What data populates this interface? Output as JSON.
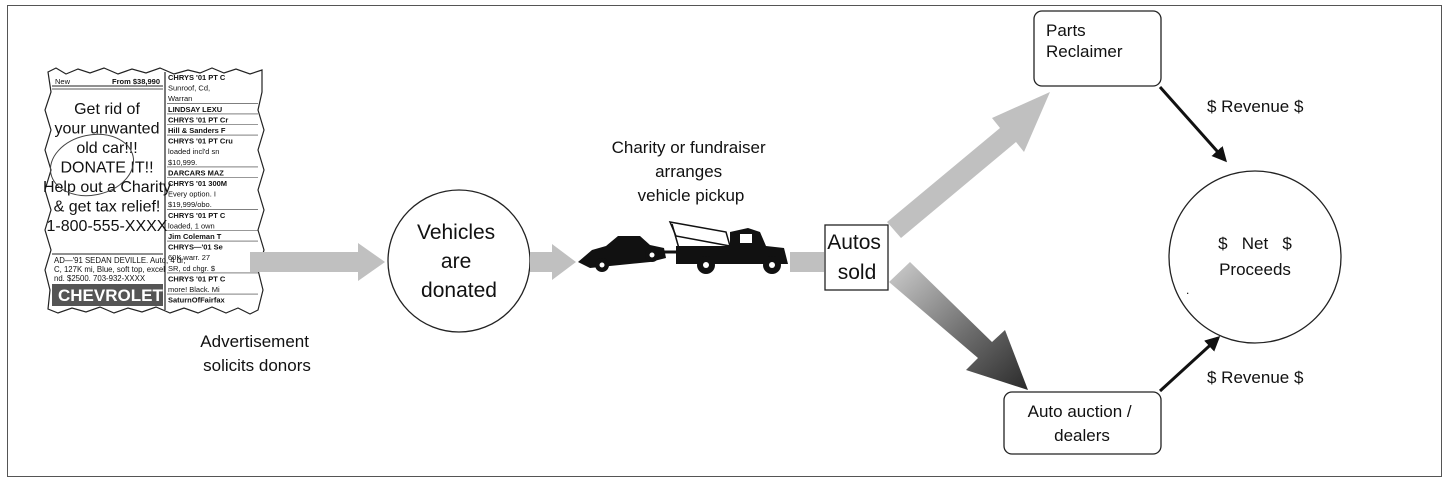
{
  "advertisement": {
    "clipping": {
      "top_left": "New",
      "top_right": "From $38,990",
      "headline_lines": [
        "Get rid of",
        "your unwanted",
        "old car!!!",
        "DONATE IT!!",
        "Help out a Charity",
        "& get tax relief!",
        "1-800-555-XXXX"
      ],
      "small_ad_lines": [
        "AD—'91 SEDAN DEVILLE. Auto, 4 dr,",
        "C, 127K mi, Blue, soft top, excel",
        "nd. $2500. 703-932-XXXX"
      ],
      "banner": "CHEVROLET",
      "column_lines": [
        {
          "text": "CHRYS '01 PT C",
          "bold": true
        },
        {
          "text": "Sunroof, Cd,",
          "bold": false
        },
        {
          "text": "Warran",
          "bold": false
        },
        {
          "text": "LINDSAY LEXU",
          "bold": true
        },
        {
          "text": "CHRYS '01 PT Cr",
          "bold": true
        },
        {
          "text": "Hill & Sanders F",
          "bold": true
        },
        {
          "text": "CHRYS '01 PT Cru",
          "bold": true
        },
        {
          "text": "loaded incl'd sn",
          "bold": false
        },
        {
          "text": "$10,999.",
          "bold": false
        },
        {
          "text": "DARCARS MAZ",
          "bold": true
        },
        {
          "text": "CHRYS '01 300M",
          "bold": true
        },
        {
          "text": "Every option. I",
          "bold": false
        },
        {
          "text": "$19,999/obo.",
          "bold": false
        },
        {
          "text": "CHRYS '01 PT C",
          "bold": true
        },
        {
          "text": "loaded, 1 own",
          "bold": false
        },
        {
          "text": "Jim Coleman T",
          "bold": true
        },
        {
          "text": "CHRYS—'01 Se",
          "bold": true
        },
        {
          "text": "60K warr. 27",
          "bold": false
        },
        {
          "text": "SR, cd chgr. $",
          "bold": false
        },
        {
          "text": "CHRYS '01 PT C",
          "bold": true
        },
        {
          "text": "more! Black. Mi",
          "bold": false
        },
        {
          "text": "SaturnOfFairfax",
          "bold": true
        }
      ]
    },
    "caption_lines": [
      "Advertisement",
      "solicits donors"
    ]
  },
  "vehicles_donated": {
    "lines": [
      "Vehicles",
      "are",
      "donated"
    ]
  },
  "pickup": {
    "caption_lines": [
      "Charity or fundraiser",
      "arranges",
      "vehicle pickup"
    ]
  },
  "autos_sold": {
    "lines": [
      "Autos",
      "sold"
    ]
  },
  "parts_reclaimer": {
    "lines": [
      "Parts",
      "Reclaimer"
    ]
  },
  "auction": {
    "lines": [
      "Auto auction /",
      "dealers"
    ]
  },
  "revenue_top": "$ Revenue $",
  "revenue_bottom": "$ Revenue $",
  "net_proceeds": {
    "line1": "$   Net   $",
    "line2": "Proceeds",
    "dot": "."
  },
  "colors": {
    "light_arrow": "#c0c0c0",
    "dark_arrow": "#4a4a4a",
    "line": "#111111"
  }
}
